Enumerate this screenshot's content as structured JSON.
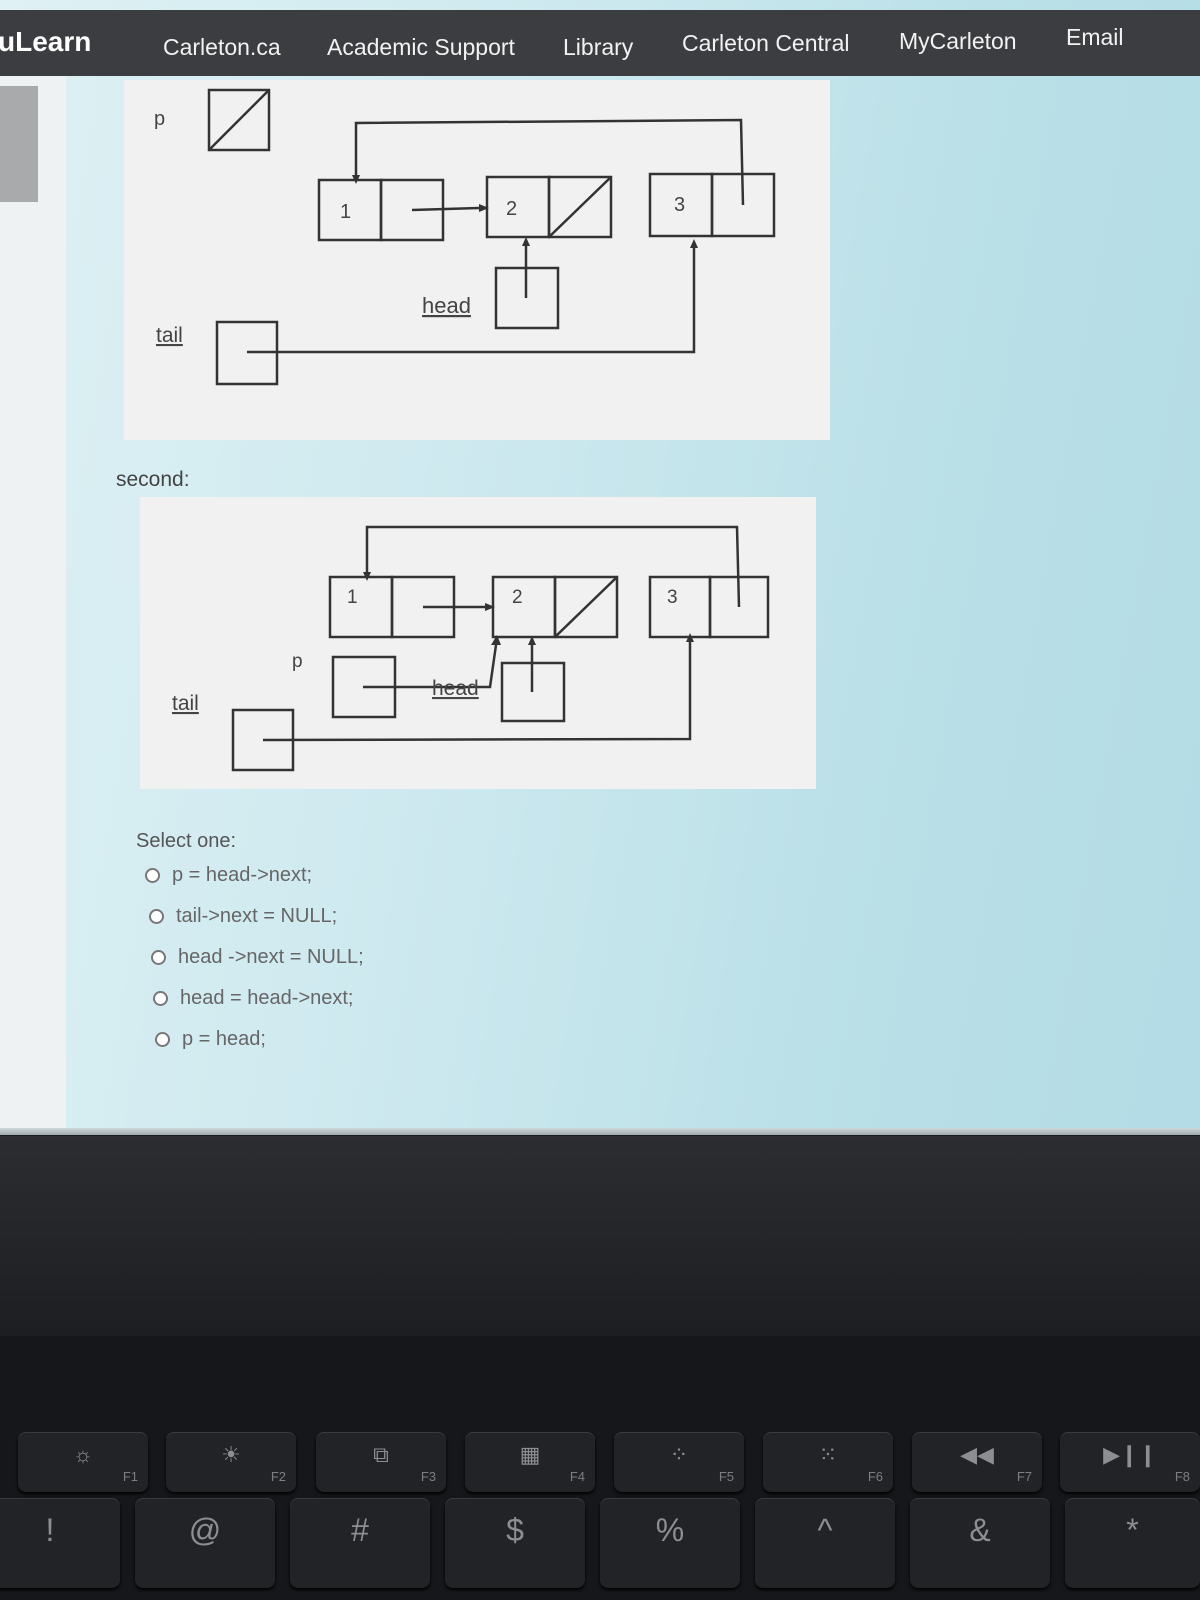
{
  "nav": {
    "brand": "uLearn",
    "links": [
      "Carleton.ca",
      "Academic Support",
      "Library",
      "Carleton Central",
      "MyCarleton",
      "Email"
    ]
  },
  "diagram_first": {
    "p_label": "p",
    "tail_label": "tail",
    "head_label": "head",
    "node_values": [
      "1",
      "2",
      "3"
    ]
  },
  "second_label": "second:",
  "diagram_second": {
    "p_label": "p",
    "tail_label": "tail",
    "head_label": "head",
    "node_values": [
      "1",
      "2",
      "3"
    ]
  },
  "question": {
    "select_label": "Select one:",
    "options": [
      "p = head->next;",
      "tail->next = NULL;",
      "head ->next = NULL;",
      "head = head->next;",
      "p = head;"
    ]
  },
  "keyboard": {
    "fn_keys": [
      "F1",
      "F2",
      "F3",
      "F4",
      "F5",
      "F6",
      "F7",
      "F8"
    ],
    "number_row": [
      "!",
      "@",
      "#",
      "$",
      "%",
      "^",
      "&",
      "*"
    ]
  }
}
